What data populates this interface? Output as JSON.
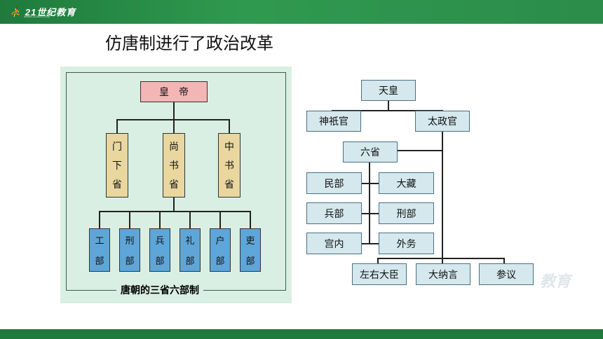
{
  "header": {
    "logo_text": "21世纪教育",
    "logo_sub": "WWW.21CNJY.COM",
    "logo_icon": "runner-icon",
    "bar_color": "#2a8a47"
  },
  "slide": {
    "title": "仿唐制进行了政治改革"
  },
  "tang_diagram": {
    "caption": "唐朝的三省六部制",
    "emperor": "皇帝",
    "sheng": [
      [
        "门",
        "下",
        "省"
      ],
      [
        "尚",
        "书",
        "省"
      ],
      [
        "中",
        "书",
        "省"
      ]
    ],
    "bu": [
      [
        "工",
        "部"
      ],
      [
        "刑",
        "部"
      ],
      [
        "兵",
        "部"
      ],
      [
        "礼",
        "部"
      ],
      [
        "户",
        "部"
      ],
      [
        "吏",
        "部"
      ]
    ]
  },
  "japan_diagram": {
    "tenno": "天皇",
    "jingiguan": "神祇官",
    "daijokan": "太政官",
    "liusheng": "六省",
    "left_bu": [
      "民部",
      "兵部",
      "宫内"
    ],
    "right_bu": [
      "大藏",
      "刑部",
      "外务"
    ],
    "bottom": [
      "左右大臣",
      "大纳言",
      "参议"
    ]
  },
  "watermark": "教育"
}
